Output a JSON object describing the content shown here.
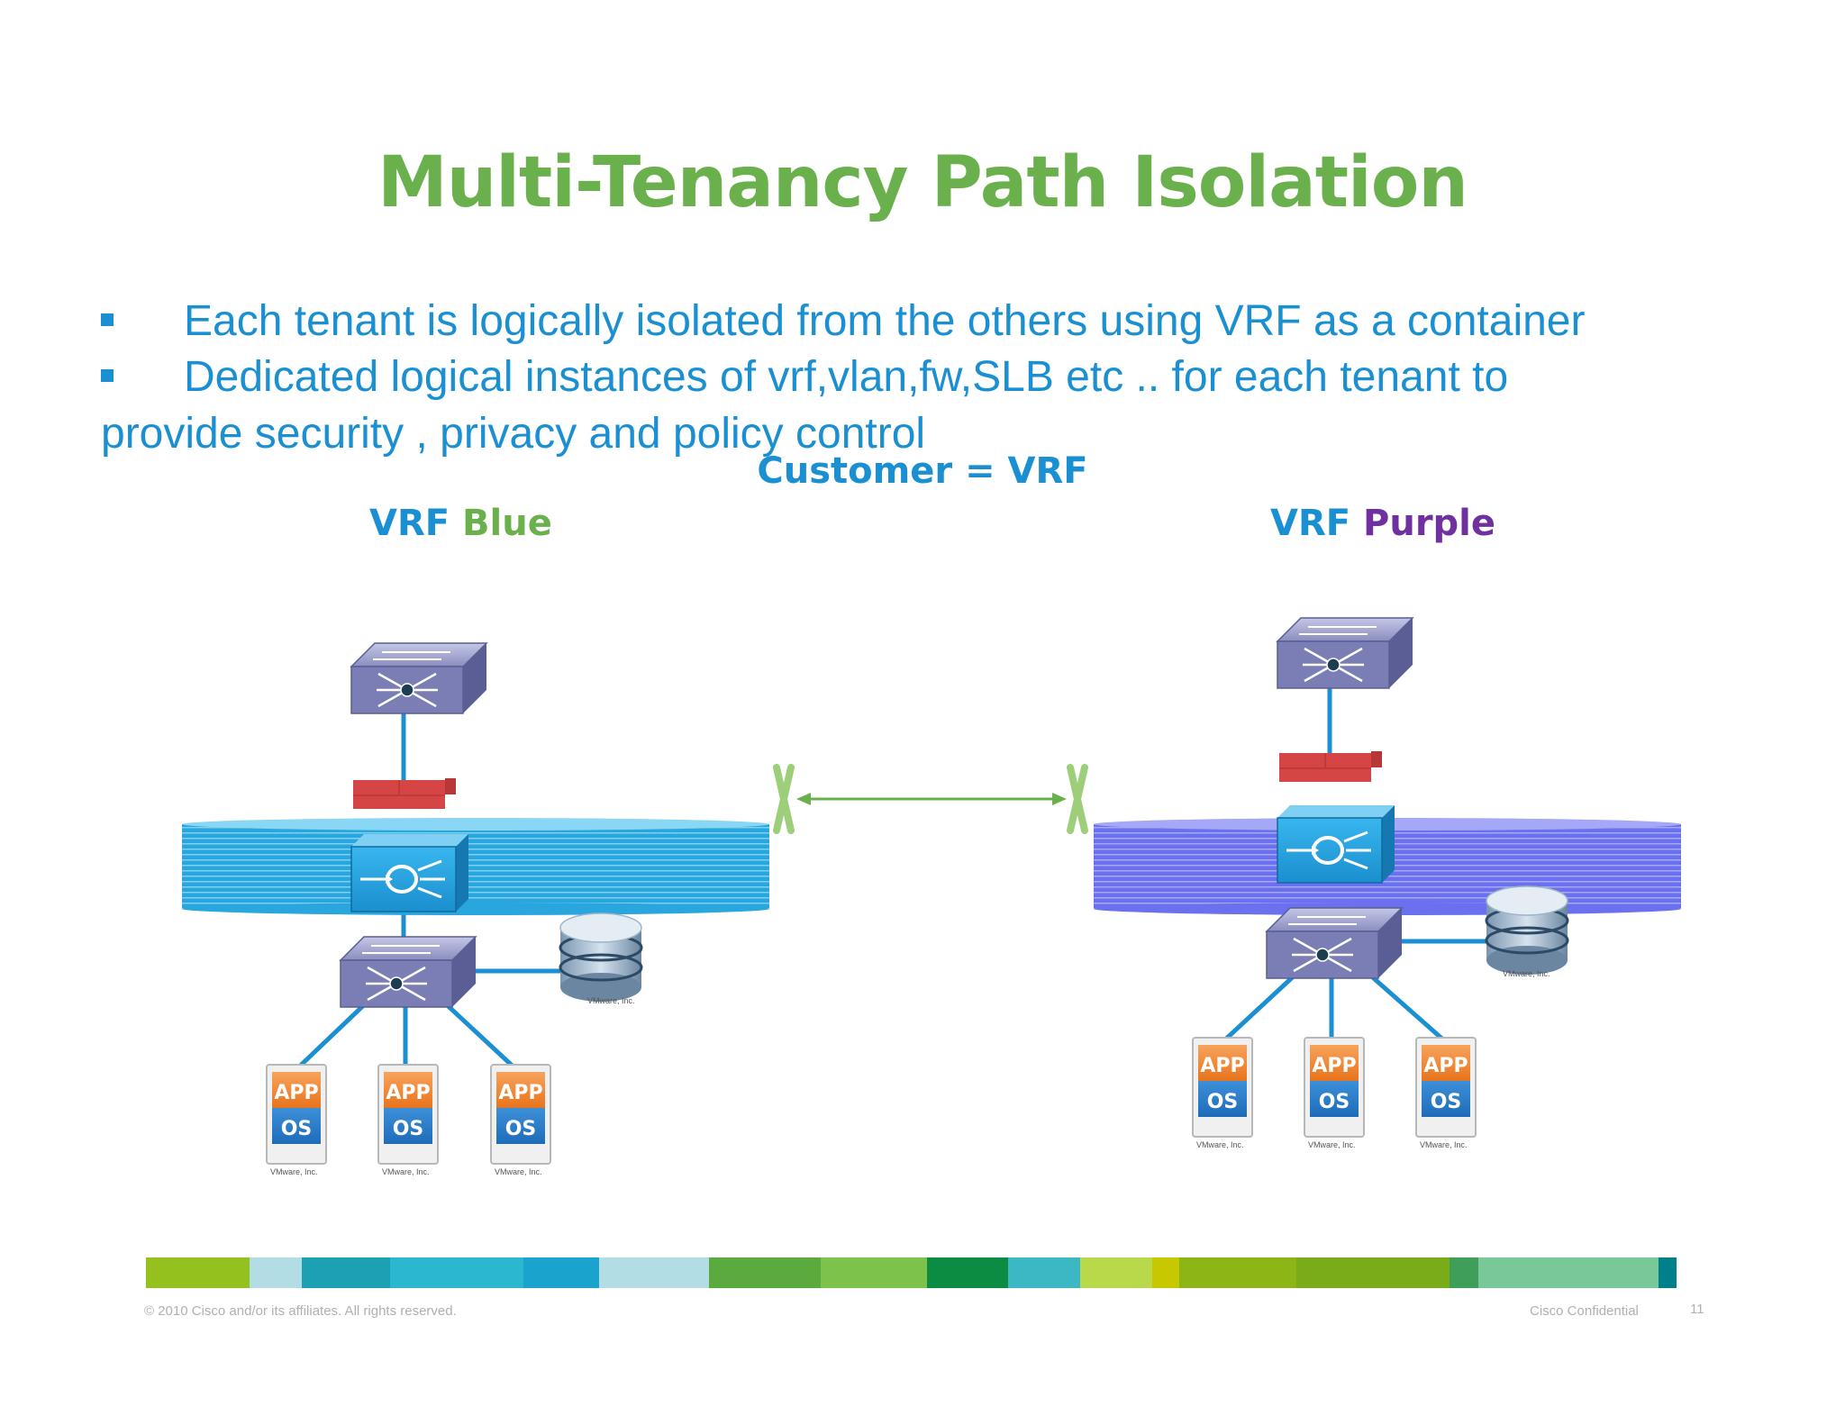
{
  "title": "Multi-Tenancy Path Isolation",
  "bullets": [
    "Each tenant is logically isolated from the others using VRF as a container",
    "Dedicated  logical instances of vrf,vlan,fw,SLB etc .. for each tenant to"
  ],
  "bullet_continuation": "provide security , privacy and policy control",
  "customer_label": "Customer = VRF",
  "vrf_blue": {
    "prefix": "VRF",
    "name": "Blue"
  },
  "vrf_purple": {
    "prefix": "VRF",
    "name": "Purple"
  },
  "server": {
    "app": "APP",
    "os": "OS",
    "vendor": "VMware, Inc."
  },
  "storage_vendor": "VMware, Inc.",
  "footer": {
    "copyright": "© 2010 Cisco and/or its affiliates. All rights reserved.",
    "confidential": "Cisco Confidential",
    "page": "11"
  },
  "colors": {
    "title": "#6ab04c",
    "text": "#1a8fd2",
    "blue_vrf": "#2aa6de",
    "purple_vrf": "#6a70ee",
    "firewall": "#d64545",
    "switch": "#6d71a8",
    "isolation": "#9dce7a"
  },
  "color_bar": [
    "#95c11f",
    "#b2dde5",
    "#1ca1b3",
    "#2ab7cf",
    "#1aa3cc",
    "#b2dde5",
    "#5aaa3d",
    "#7dc24b",
    "#0b8c42",
    "#3bb8c4",
    "#b7d94a",
    "#c8c800",
    "#8db516",
    "#7aab18",
    "#3e9e5a",
    "#78c89a",
    "#00808a"
  ]
}
